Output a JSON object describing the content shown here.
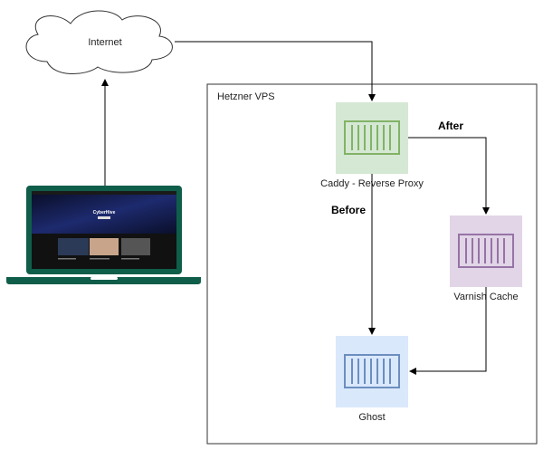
{
  "internet": {
    "label": "Internet"
  },
  "vps": {
    "label": "Hetzner VPS"
  },
  "nodes": {
    "caddy": {
      "label": "Caddy - Reverse Proxy",
      "fill": "#d5e8d4",
      "stroke": "#82b366"
    },
    "varnish": {
      "label": "Varnish Cache",
      "fill": "#e1d5e7",
      "stroke": "#9673a6"
    },
    "ghost": {
      "label": "Ghost",
      "fill": "#dae8fc",
      "stroke": "#6c8ebf"
    }
  },
  "edges": {
    "after": {
      "label": "After"
    },
    "before": {
      "label": "Before"
    }
  },
  "laptop": {
    "color": "#0f5e4a",
    "screen_title": "CyberHive"
  }
}
